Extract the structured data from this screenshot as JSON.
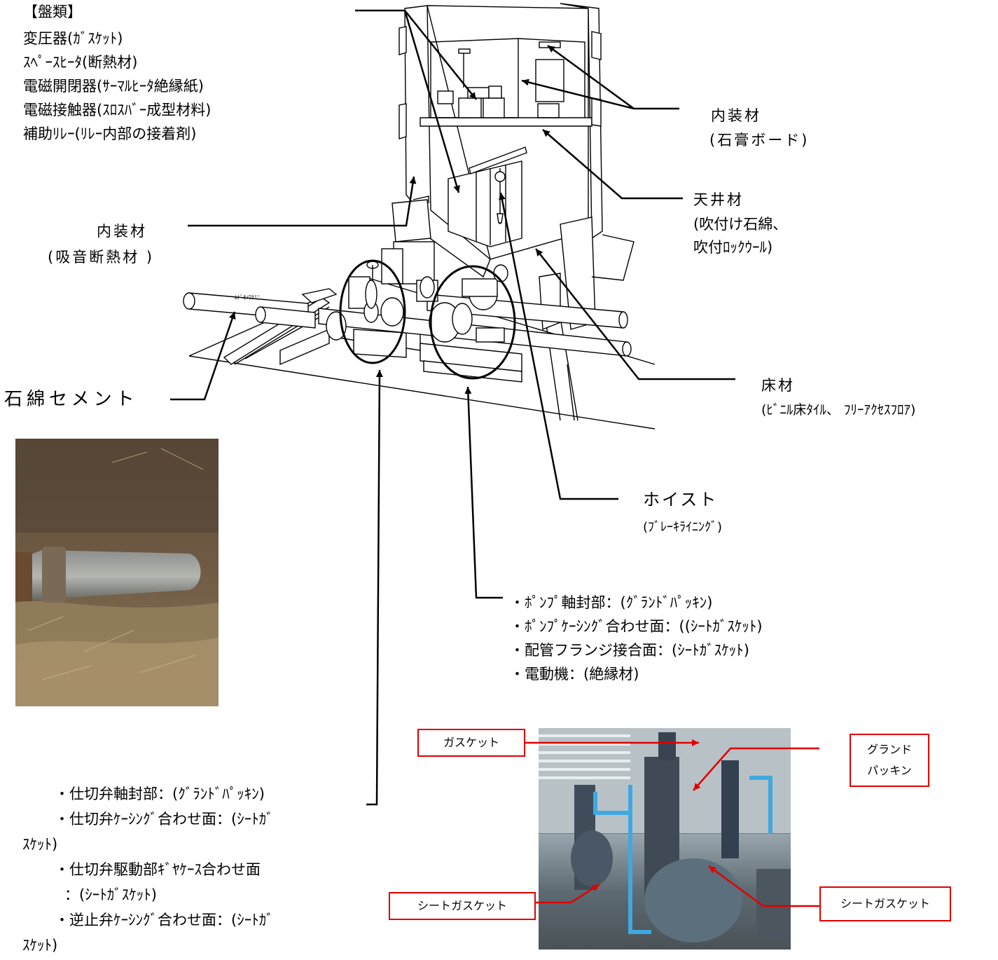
{
  "panel_label": {
    "title": "【盤類】",
    "items": [
      "変圧器(ｶﾞｽｹｯﾄ)",
      "ｽﾍﾟｰｽﾋｰﾀ(断熱材)",
      "電磁開閉器(ｻｰﾏﾙﾋｰﾀ絶縁紙)",
      "電磁接触器(ｽﾛｽﾊﾞｰ成型材料)",
      "補助ﾘﾚｰ(ﾘﾚｰ内部の接着剤)"
    ]
  },
  "interior_gypsum": {
    "line1": "内装材",
    "line2": "(石膏ボード)"
  },
  "ceiling": {
    "line1": "天井材",
    "line2": "(吹付け石綿、",
    "line3": "吹付ﾛｯｸｳｰﾙ)"
  },
  "interior_sound": {
    "line1": "内装材",
    "line2": "(吸音断熱材 )"
  },
  "asbestos_cement": "石綿セメント",
  "floor": {
    "line1": "床材",
    "line2": "(ﾋﾞﾆﾙ床ﾀｲﾙ、 ﾌﾘｰｱｸｾｽﾌﾛｱ)"
  },
  "hoist": {
    "line1": "ホイスト",
    "line2": "(ﾌﾞﾚｰｷﾗｲﾆﾝｸﾞ)"
  },
  "pump_list": [
    "・ﾎﾟﾝﾌﾟ軸封部：(ｸﾞﾗﾝﾄﾞﾊﾟｯｷﾝ)",
    "・ﾎﾟﾝﾌﾟｹｰｼﾝｸﾞ合わせ面：((ｼｰﾄｶﾞｽｹｯﾄ)",
    "・配管フランジ接合面：(ｼｰﾄｶﾞｽｹｯﾄ)",
    "・電動機：(絶縁材)"
  ],
  "valve_list": [
    "・仕切弁軸封部：(ｸﾞﾗﾝﾄﾞﾊﾟｯｷﾝ)",
    "・仕切弁ｹｰｼﾝｸﾞ合わせ面：(ｼｰﾄｶﾞ",
    "ｽｹｯﾄ)",
    "・仕切弁駆動部ｷﾞﾔｹｰｽ合わせ面",
    "：(ｼｰﾄｶﾞｽｹｯﾄ)",
    "・逆止弁ｹｰｼﾝｸﾞ合わせ面：(ｼｰﾄｶﾞ",
    "ｽｹｯﾄ)"
  ],
  "callouts": {
    "gasket": "ガスケット",
    "gland_1": "グランド",
    "gland_2": "パッキン",
    "sheet_left": "シートガスケット",
    "sheet_right": "シートガスケット"
  },
  "colors": {
    "callout_border": "#e00000",
    "line": "#000000"
  }
}
